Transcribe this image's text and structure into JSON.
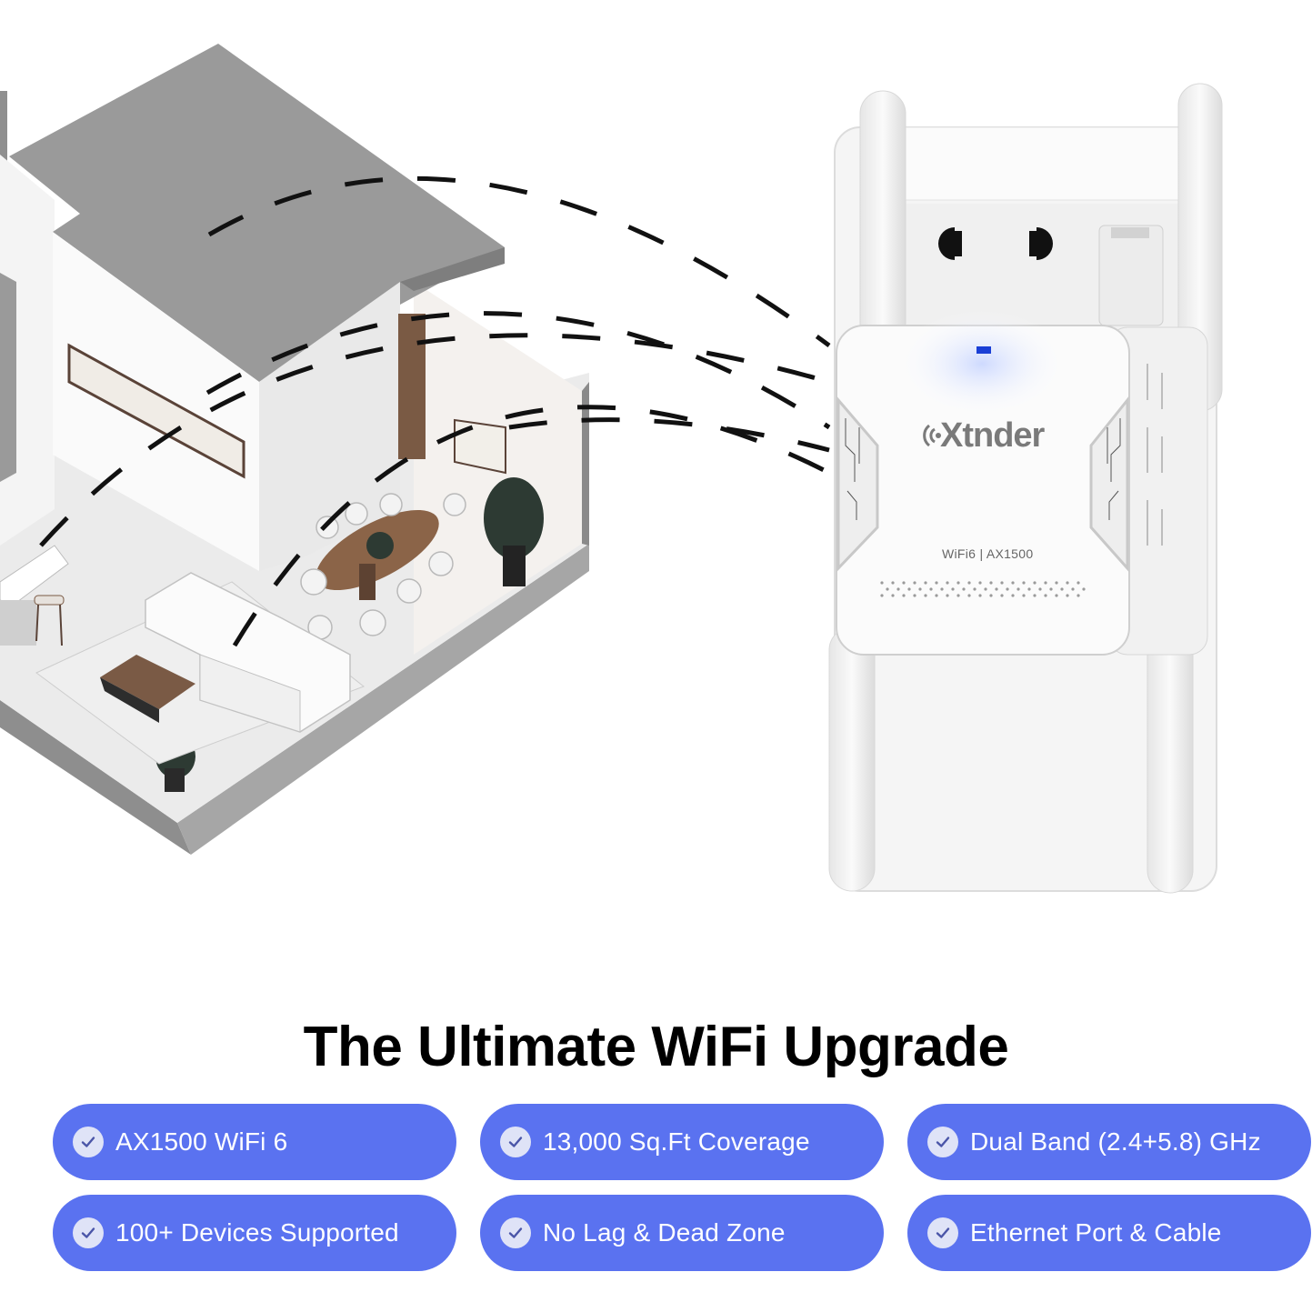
{
  "headline": "The Ultimate WiFi Upgrade",
  "device": {
    "brand": "Xtnder",
    "model_label": "WiFi6 | AX1500",
    "led_color": "#1a3fd6"
  },
  "features": [
    {
      "label": "AX1500 WiFi 6",
      "icon": "check-circle-icon"
    },
    {
      "label": "13,000 Sq.Ft Coverage",
      "icon": "check-circle-icon"
    },
    {
      "label": "Dual Band (2.4+5.8) GHz",
      "icon": "check-circle-icon"
    },
    {
      "label": "100+ Devices Supported",
      "icon": "check-circle-icon"
    },
    {
      "label": "No Lag & Dead Zone",
      "icon": "check-circle-icon"
    },
    {
      "label": "Ethernet Port & Cable",
      "icon": "check-circle-icon"
    }
  ],
  "colors": {
    "pill_bg": "#5a72f0",
    "pill_text": "#ffffff",
    "check_bg": "#dfe3f7",
    "check_mark": "#4a55a8"
  }
}
